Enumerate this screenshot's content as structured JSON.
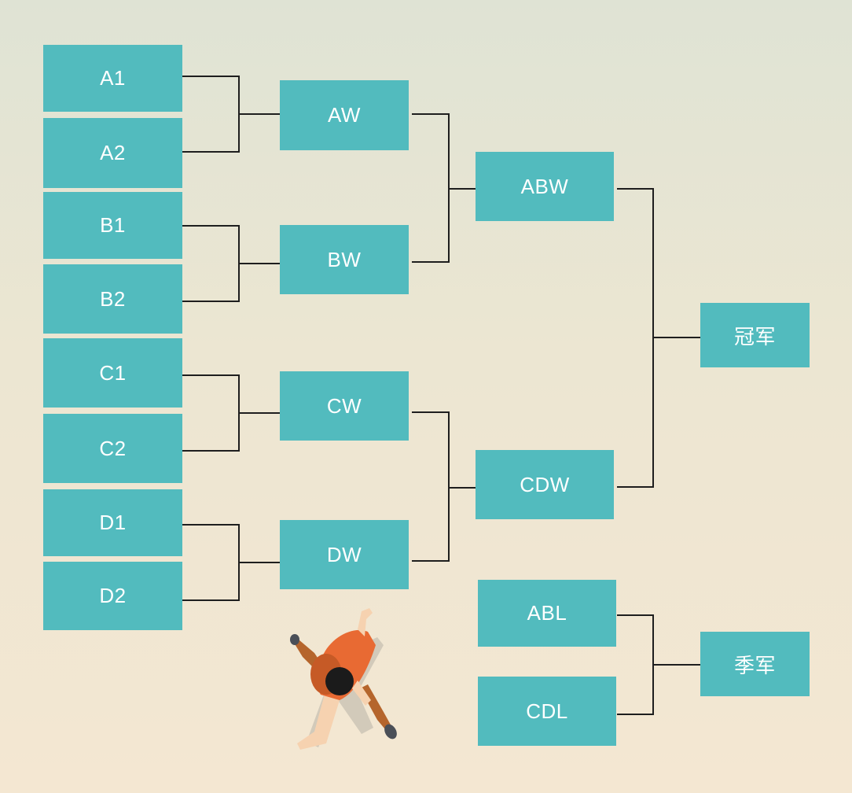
{
  "bracket": {
    "round1": [
      "A1",
      "A2",
      "B1",
      "B2",
      "C1",
      "C2",
      "D1",
      "D2"
    ],
    "round2": [
      "AW",
      "BW",
      "CW",
      "DW"
    ],
    "semifinal": [
      "ABW",
      "CDW"
    ],
    "final": "冠军",
    "third_place_match": [
      "ABL",
      "CDL"
    ],
    "third_place": "季军"
  },
  "colors": {
    "box": "#52bbbe",
    "box_text": "#ffffff",
    "connector": "#1e1e1e",
    "figure_shirt": "#e86a33",
    "figure_skin": "#f6d2b0"
  }
}
